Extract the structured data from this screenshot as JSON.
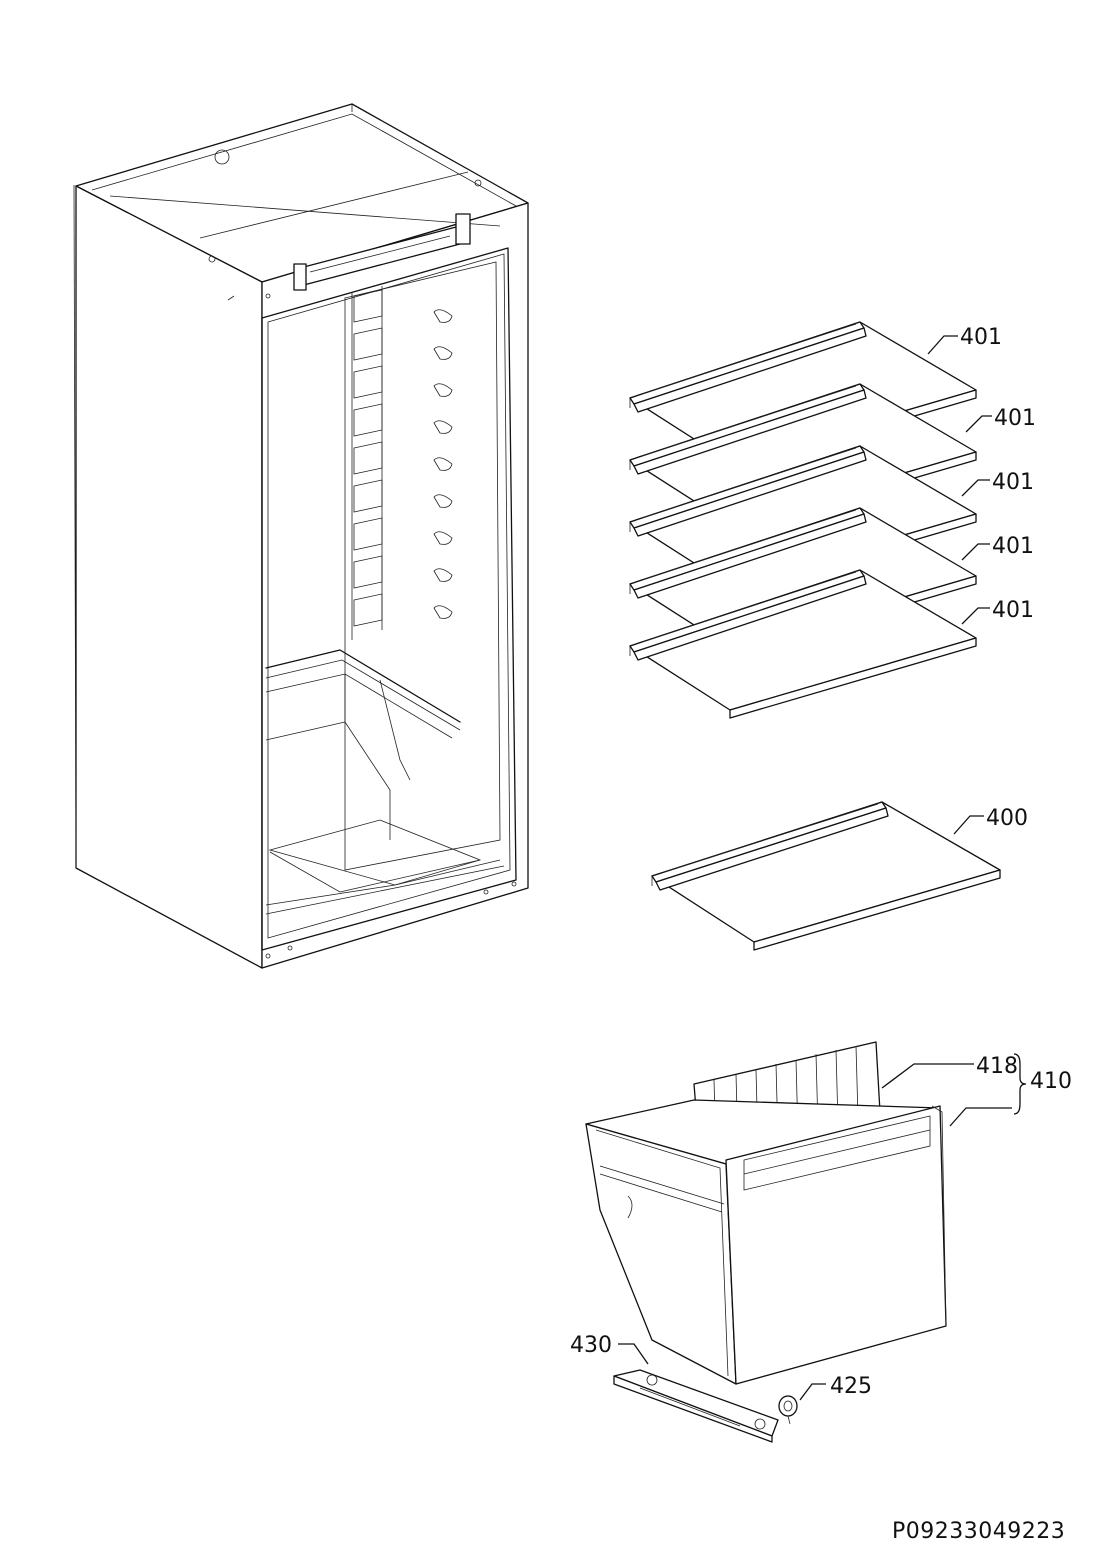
{
  "labels": {
    "shelf_1": "401",
    "shelf_2": "401",
    "shelf_3": "401",
    "shelf_4": "401",
    "shelf_5": "401",
    "bottom_shelf": "400",
    "crisper_front": "418",
    "crisper_assembly": "410",
    "rail": "430",
    "wheel": "425"
  },
  "document_number": "P09233049223"
}
